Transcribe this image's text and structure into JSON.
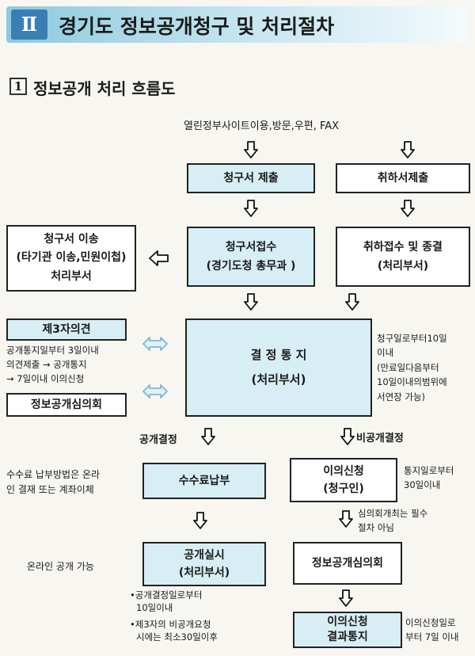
{
  "header": {
    "roman": "Ⅱ",
    "title": "경기도 정보공개청구 및 처리절차"
  },
  "section": {
    "number": "1",
    "title": "정보공개 처리 흐름도"
  },
  "channels": "열린정부사이트이용,방문,우편, FAX",
  "boxes": {
    "request_submit": "청구서 제출",
    "withdraw_submit": "취하서제출",
    "transfer_l1": "청구서 이송",
    "transfer_l2": "(타기관 이송,민원이첩)",
    "transfer_l3": "처리부서",
    "receipt_l1": "청구서접수",
    "receipt_l2": "(경기도청 총무과 )",
    "withdraw_end_l1": "취하접수 및 종결",
    "withdraw_end_l2": "(처리부서)",
    "third_party": "제3자의견",
    "decision_l1": "결 정 통 지",
    "decision_l2": "(처리부서)",
    "committee_left": "정보공개심의회",
    "fee": "수수료납부",
    "objection_l1": "이의신청",
    "objection_l2": "(청구인)",
    "disclose_l1": "공개실시",
    "disclose_l2": "(처리부서)",
    "committee_right": "정보공개심의회",
    "objection_result_l1": "이의신청",
    "objection_result_l2": "결과통지"
  },
  "notes": {
    "third_party_l1": "공개통지일부터 3일이내",
    "third_party_l2": "의견제출 → 공개통지",
    "third_party_l3": "→ 7일이내 이의신청",
    "decision_l1": "청구일로부터10일",
    "decision_l2": "이내",
    "decision_l3": "(만료일다음부터",
    "decision_l4": "10일이내의범위에",
    "decision_l5": "서연장 가능)",
    "fee_l1": "수수료 납부방법은 온라",
    "fee_l2": "인 결재 또는 계좌이체",
    "objection_l1": "통지일로부터",
    "objection_l2": "30일이내",
    "committee_l1": "심의회개최는 필수",
    "committee_l2": "절차 아님",
    "online": "온라인 공개 가능",
    "disclose_l1": "•공개결정일로부터",
    "disclose_l2": "10일이내",
    "disclose_l3": "•제3자의 비공개요청",
    "disclose_l4": "시에는 최소30일이후",
    "result_l1": "이의신청일로",
    "result_l2": "부터 7일 이내"
  },
  "labels": {
    "public": "공개결정",
    "nonpublic": "비공개결정"
  },
  "colors": {
    "box_fill": "#d6eef4",
    "header_start": "#8ec9dd",
    "header_end": "#f4fbfd",
    "arrow_blue": "#7fb8cf"
  }
}
